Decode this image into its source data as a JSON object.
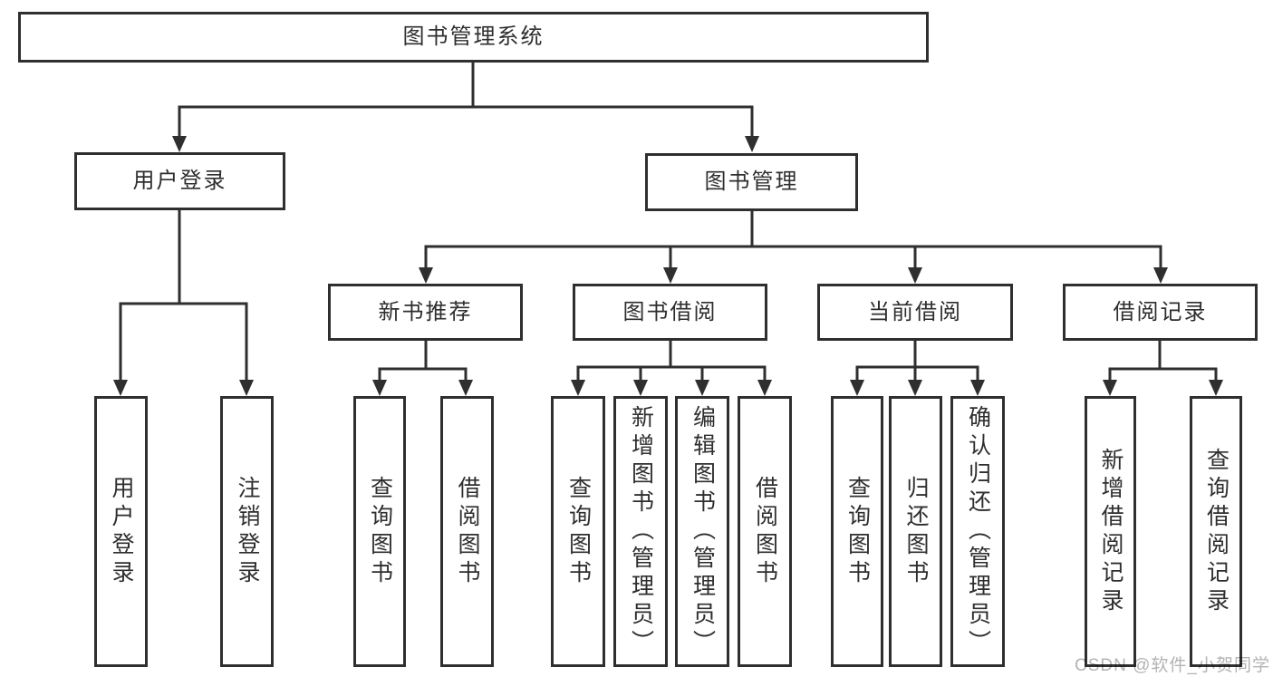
{
  "colors": {
    "line": "#2f2f2f",
    "box_border": "#2f2f2f",
    "box_fill": "#ffffff",
    "text": "#2e2e2e",
    "watermark": "#b3b3b3",
    "background": "#ffffff"
  },
  "watermark": {
    "text": "CSDN @软件_小贺同学"
  },
  "diagram": {
    "label": "图书管理系统",
    "children": [
      {
        "label": "用户登录",
        "children": [
          {
            "label": "用户登录"
          },
          {
            "label": "注销登录"
          }
        ]
      },
      {
        "label": "图书管理",
        "children": [
          {
            "label": "新书推荐",
            "children": [
              {
                "label": "查询图书"
              },
              {
                "label": "借阅图书"
              }
            ]
          },
          {
            "label": "图书借阅",
            "children": [
              {
                "label": "查询图书"
              },
              {
                "label": "新增图书（管理员）"
              },
              {
                "label": "编辑图书（管理员）"
              },
              {
                "label": "借阅图书"
              }
            ]
          },
          {
            "label": "当前借阅",
            "children": [
              {
                "label": "查询图书"
              },
              {
                "label": "归还图书"
              },
              {
                "label": "确认归还（管理员）"
              }
            ]
          },
          {
            "label": "借阅记录",
            "children": [
              {
                "label": "新增借阅记录"
              },
              {
                "label": "查询借阅记录"
              }
            ]
          }
        ]
      }
    ]
  }
}
